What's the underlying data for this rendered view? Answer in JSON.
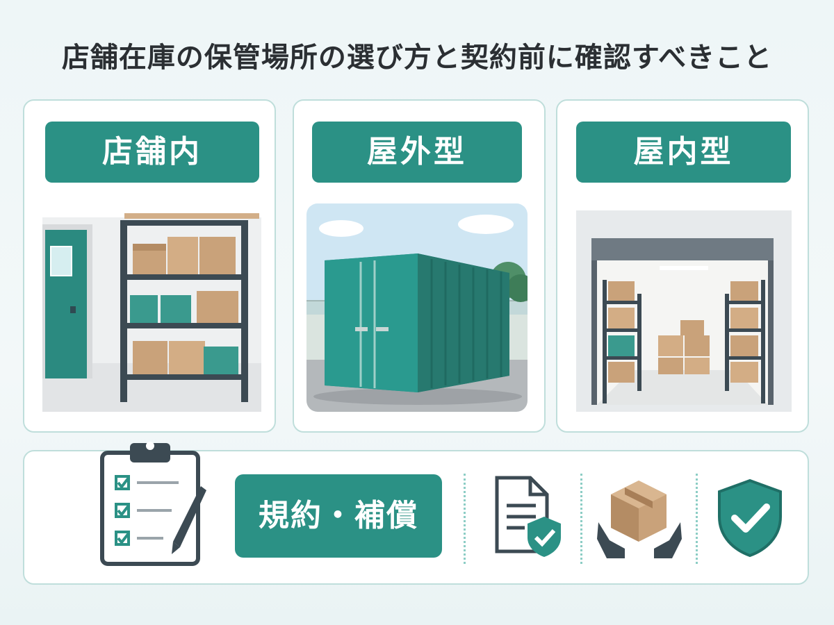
{
  "title": "店舗在庫の保管場所の選び方と契約前に確認すべきこと",
  "cards": [
    {
      "label": "店舗内",
      "illustration": "store-backroom-shelf"
    },
    {
      "label": "屋外型",
      "illustration": "shipping-container"
    },
    {
      "label": "屋内型",
      "illustration": "indoor-storage-unit"
    }
  ],
  "bottom": {
    "label": "規約・補償",
    "icons": [
      "clipboard-checklist-icon",
      "document-shield-icon",
      "hands-box-icon",
      "shield-check-icon"
    ]
  },
  "colors": {
    "accent": "#2b9185",
    "border": "#bfdedb",
    "text": "#2b2f33",
    "cardboard": "#c9a27a"
  }
}
